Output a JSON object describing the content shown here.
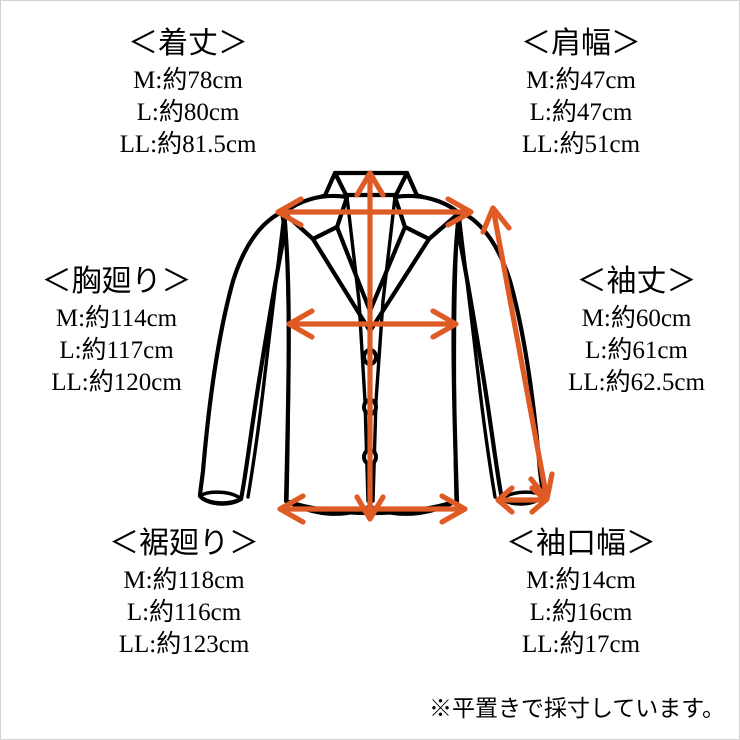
{
  "figure": {
    "type": "garment-size-diagram",
    "garment": "jacket",
    "note": "※平置きで採寸しています。",
    "accent_color": "#DF5B26",
    "outline_color": "#000000",
    "background_color": "#FFFFFF",
    "border_color": "#D2D2D2"
  },
  "measurements": [
    {
      "id": "length",
      "title": "＜着丈＞",
      "rows": [
        {
          "size": "M",
          "prefix": "約",
          "value": "78",
          "unit": "cm"
        },
        {
          "size": "L",
          "prefix": "約",
          "value": "80",
          "unit": "cm"
        },
        {
          "size": "LL",
          "prefix": "約",
          "value": "81.5",
          "unit": "cm"
        }
      ]
    },
    {
      "id": "shoulder",
      "title": "＜肩幅＞",
      "rows": [
        {
          "size": "M",
          "prefix": "約",
          "value": "47",
          "unit": "cm"
        },
        {
          "size": "L",
          "prefix": "約",
          "value": "47",
          "unit": "cm"
        },
        {
          "size": "LL",
          "prefix": "約",
          "value": "51",
          "unit": "cm"
        }
      ]
    },
    {
      "id": "chest",
      "title": "＜胸廻り＞",
      "rows": [
        {
          "size": "M",
          "prefix": "約",
          "value": "114",
          "unit": "cm"
        },
        {
          "size": "L",
          "prefix": "約",
          "value": "117",
          "unit": "cm"
        },
        {
          "size": "LL",
          "prefix": "約",
          "value": "120",
          "unit": "cm"
        }
      ]
    },
    {
      "id": "sleeve",
      "title": "＜袖丈＞",
      "rows": [
        {
          "size": "M",
          "prefix": "約",
          "value": "60",
          "unit": "cm"
        },
        {
          "size": "L",
          "prefix": "約",
          "value": "61",
          "unit": "cm"
        },
        {
          "size": "LL",
          "prefix": "約",
          "value": "62.5",
          "unit": "cm"
        }
      ]
    },
    {
      "id": "hem",
      "title": "＜裾廻り＞",
      "rows": [
        {
          "size": "M",
          "prefix": "約",
          "value": "118",
          "unit": "cm"
        },
        {
          "size": "L",
          "prefix": "約",
          "value": "116",
          "unit": "cm"
        },
        {
          "size": "LL",
          "prefix": "約",
          "value": "123",
          "unit": "cm"
        }
      ]
    },
    {
      "id": "cuff",
      "title": "＜袖口幅＞",
      "rows": [
        {
          "size": "M",
          "prefix": "約",
          "value": "14",
          "unit": "cm"
        },
        {
          "size": "L",
          "prefix": "約",
          "value": "16",
          "unit": "cm"
        },
        {
          "size": "LL",
          "prefix": "約",
          "value": "17",
          "unit": "cm"
        }
      ]
    }
  ],
  "groups": {
    "length": {
      "title": "＜着丈＞",
      "r0": "M:約78cm",
      "r1": "L:約80cm",
      "r2": "LL:約81.5cm"
    },
    "shoulder": {
      "title": "＜肩幅＞",
      "r0": "M:約47cm",
      "r1": "L:約47cm",
      "r2": "LL:約51cm"
    },
    "chest": {
      "title": "＜胸廻り＞",
      "r0": "M:約114cm",
      "r1": "L:約117cm",
      "r2": "LL:約120cm"
    },
    "sleeve": {
      "title": "＜袖丈＞",
      "r0": "M:約60cm",
      "r1": "L:約61cm",
      "r2": "LL:約62.5cm"
    },
    "hem": {
      "title": "＜裾廻り＞",
      "r0": "M:約118cm",
      "r1": "L:約116cm",
      "r2": "LL:約123cm"
    },
    "cuff": {
      "title": "＜袖口幅＞",
      "r0": "M:約14cm",
      "r1": "L:約16cm",
      "r2": "LL:約17cm"
    }
  }
}
